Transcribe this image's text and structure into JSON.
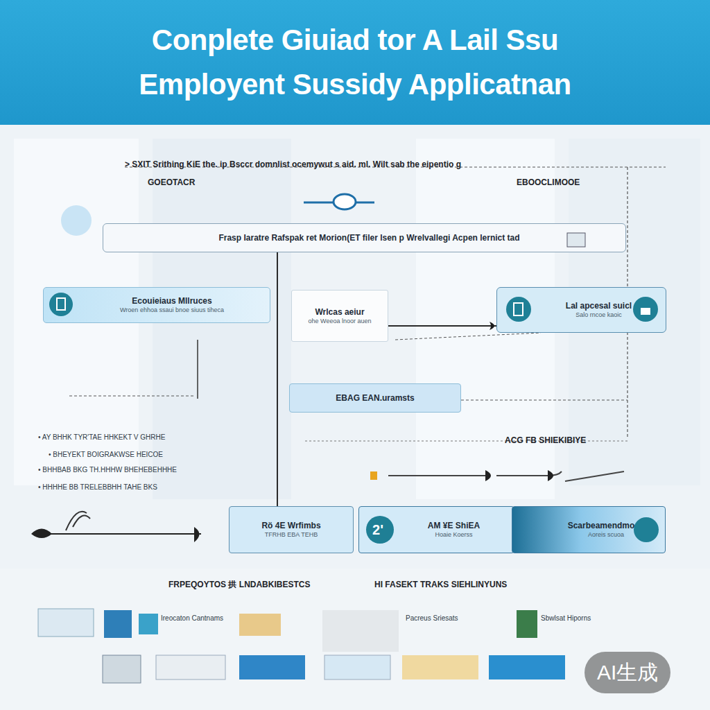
{
  "diagram": {
    "title": "Conplete Giuiad tor A Lail Ssu Employent Sussidy Applicatnan",
    "nodes": [
      {
        "text": [
          "Frasp Iaratre Rafspak ret Morion(ET filer lsen p Wrelvallegi Acpen lernict tad"
        ]
      },
      {
        "text": [
          "Ecouieiaus Mllruces",
          "Wroen ehhoa ssaui bnoe siuus tiheca"
        ]
      },
      {
        "text": [
          "Wrlcas aeiur",
          "ohe Weeoa lnoor auen"
        ]
      },
      {
        "text": [
          "Lal apcesal suicl",
          "Salo rncoe kaoic"
        ]
      },
      {
        "text": [
          "EBAG EAN.uramsts"
        ]
      },
      {
        "text": [
          "Rö 4E Wrfimbs",
          "TFRHB EBA TEHB"
        ]
      },
      {
        "text": [
          "AM ¥E ShiEA",
          "Hoaie Koerss"
        ]
      },
      {
        "text": [
          "2'"
        ],
        "in": 6
      },
      {
        "text": [
          "Scarbeamendmooe",
          "Aoreis scuoa"
        ]
      }
    ],
    "edges": [
      {
        "from": 2,
        "to": 3,
        "arrow": "to"
      },
      {
        "from": 0,
        "to": 5,
        "arrow": "none"
      }
    ],
    "labels": [
      "> SXIT Srithing KiE the. ip Bsccr domnlist ocemywut s aid. ml. Wilt sab the eipentio g",
      "GOEOTACR",
      "EBOOCLIMOOE",
      "• AY BHHK TYR'TAE HHKEKT V GHRHE",
      "• BHEYEKT BOIGRAKWSE HEICOE",
      "• BHHBAB BKG TH.HHHW BHEHEBEHHHE",
      "• HHHHE BB TRELEBBHH TAHE BKS",
      "ACG FB SHIEKIBIYE",
      "FRPEQOYTOS 拱 LNDABKIBESTCS",
      "HI FASEKT TRAKS SIEHLINYUNS",
      "Ireocaton Cantnams",
      "Pacreus Sriesats",
      "Sbwlsat Hiporns",
      "AI生成"
    ]
  }
}
